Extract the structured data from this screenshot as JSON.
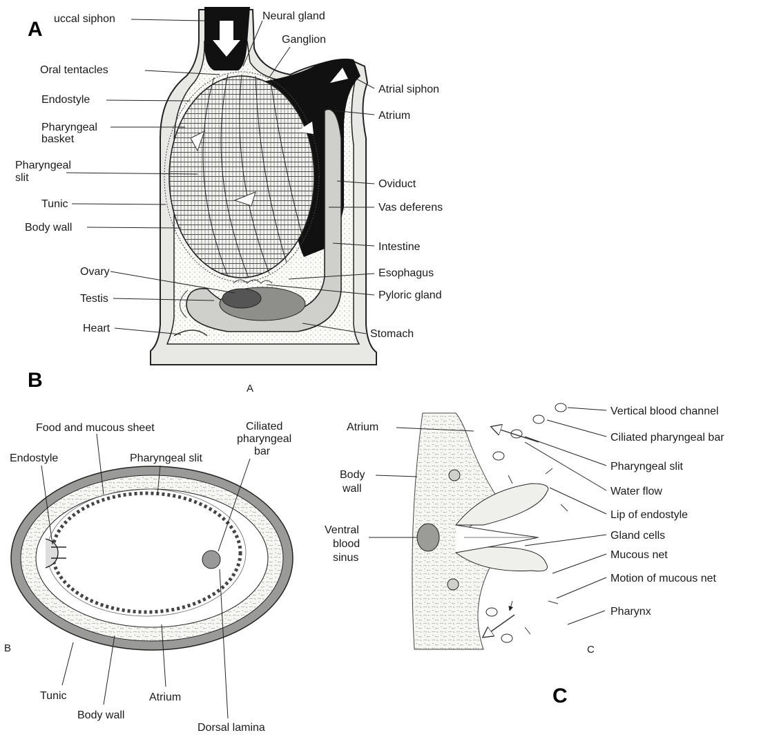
{
  "panels": {
    "a": {
      "letter": "A",
      "caption": "A"
    },
    "b": {
      "letter": "B",
      "caption": "B"
    },
    "c": {
      "letter": "C",
      "caption": "C"
    }
  },
  "labels_a": {
    "buccal_siphon": "uccal siphon",
    "neural_gland": "Neural gland",
    "ganglion": "Ganglion",
    "oral_tentacles": "Oral tentacles",
    "endostyle": "Endostyle",
    "pharyngeal_basket_1": "Pharyngeal",
    "pharyngeal_basket_2": "basket",
    "pharyngeal_slit_1": "Pharyngeal",
    "pharyngeal_slit_2": "slit",
    "tunic": "Tunic",
    "body_wall": "Body wall",
    "ovary": "Ovary",
    "testis": "Testis",
    "heart": "Heart",
    "atrial_siphon": "Atrial siphon",
    "atrium": "Atrium",
    "oviduct": "Oviduct",
    "vas_deferens": "Vas deferens",
    "intestine": "Intestine",
    "esophagus": "Esophagus",
    "pyloric_gland": "Pyloric gland",
    "stomach": "Stomach"
  },
  "labels_b": {
    "food_mucous_sheet": "Food and mucous sheet",
    "endostyle": "Endostyle",
    "pharyngeal_slit": "Pharyngeal slit",
    "ciliated_bar_1": "Ciliated",
    "ciliated_bar_2": "pharyngeal",
    "ciliated_bar_3": "bar",
    "tunic": "Tunic",
    "body_wall": "Body wall",
    "atrium": "Atrium",
    "dorsal_lamina": "Dorsal lamina"
  },
  "labels_c": {
    "atrium": "Atrium",
    "body_wall_1": "Body",
    "body_wall_2": "wall",
    "ventral_1": "Ventral",
    "ventral_2": "blood",
    "ventral_3": "sinus",
    "vertical_blood_channel": "Vertical blood channel",
    "ciliated_pharyngeal_bar": "Ciliated pharyngeal bar",
    "pharyngeal_slit": "Pharyngeal slit",
    "water_flow": "Water flow",
    "lip_of_endostyle": "Lip of endostyle",
    "gland_cells": "Gland cells",
    "mucous_net": "Mucous net",
    "motion_of_mucous_net": "Motion of mucous net",
    "pharynx": "Pharynx"
  }
}
